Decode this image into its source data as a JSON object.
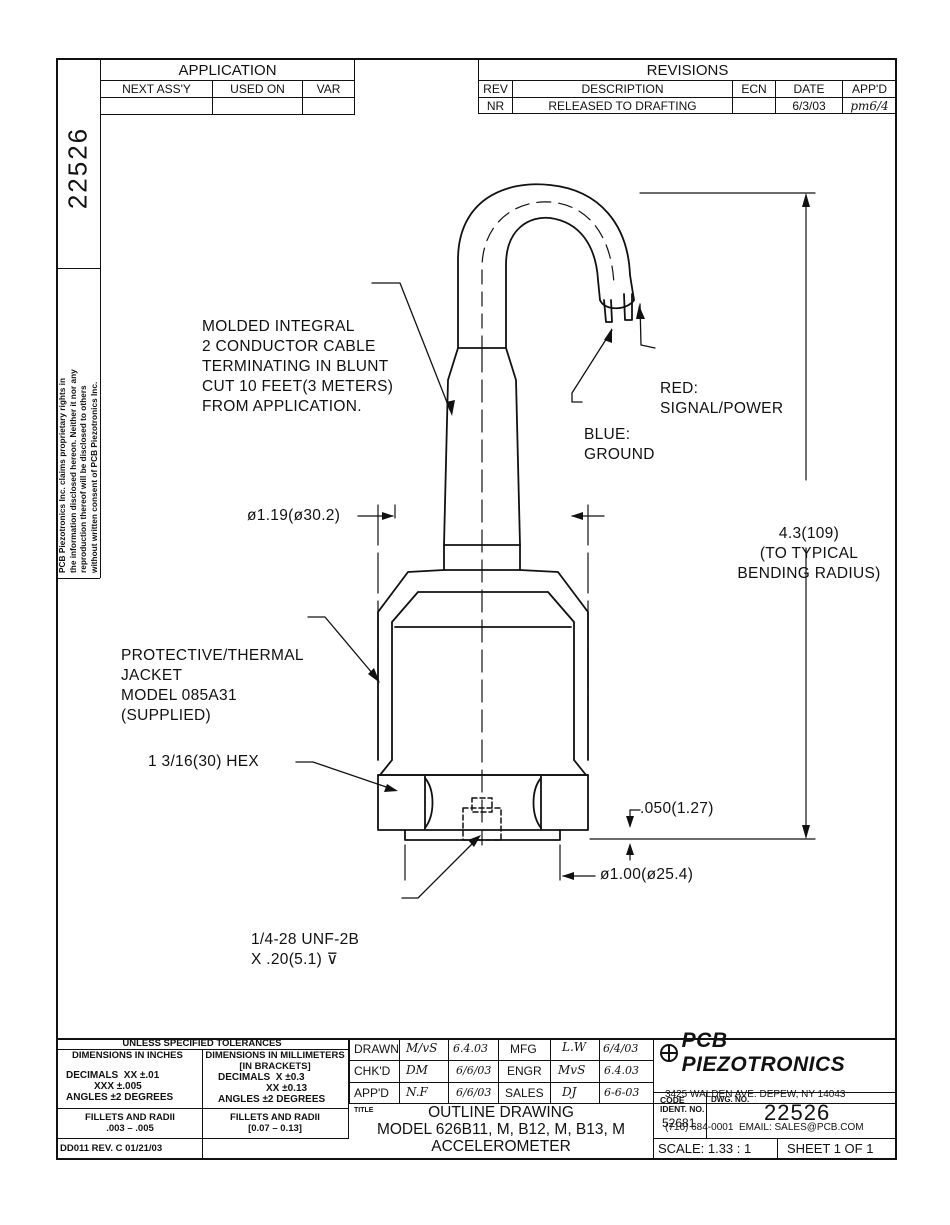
{
  "drawing_number": "22526",
  "proprietary_notice": [
    "PCB Piezotronics Inc. claims proprietary rights in",
    "the information disclosed hereon. Neither it nor any",
    "reproduction thereof will be disclosed to others",
    "without written consent of PCB Piezotronics Inc."
  ],
  "application": {
    "title": "APPLICATION",
    "columns": [
      "NEXT ASS'Y",
      "USED ON",
      "VAR"
    ]
  },
  "revisions": {
    "title": "REVISIONS",
    "columns": [
      "REV",
      "DESCRIPTION",
      "ECN",
      "DATE",
      "APP'D"
    ],
    "rows": [
      {
        "rev": "NR",
        "description": "RELEASED TO DRAFTING",
        "ecn": "",
        "date": "6/3/03",
        "appd": "pm6/4"
      }
    ]
  },
  "callouts": {
    "cable": [
      "MOLDED INTEGRAL",
      "2 CONDUCTOR CABLE",
      "TERMINATING IN BLUNT",
      "CUT 10 FEET(3 METERS)",
      "FROM APPLICATION."
    ],
    "red": [
      "RED:",
      "SIGNAL/POWER"
    ],
    "blue": [
      "BLUE:",
      "GROUND"
    ],
    "height": [
      "4.3(109)",
      "(TO TYPICAL",
      "BENDING RADIUS)"
    ],
    "jacket_dia": "ø1.19(ø30.2)",
    "jacket": [
      "PROTECTIVE/THERMAL",
      "JACKET",
      "MODEL 085A31",
      "(SUPPLIED)"
    ],
    "hex": "1 3/16(30) HEX",
    "base_gap": ".050(1.27)",
    "base_dia": "ø1.00(ø25.4)",
    "thread": [
      "1/4-28 UNF-2B",
      "X .20(5.1) ⊽"
    ]
  },
  "tolerances": {
    "title": "UNLESS SPECIFIED TOLERANCES",
    "inch_head": "DIMENSIONS IN INCHES",
    "mm_head": [
      "DIMENSIONS IN MILLIMETERS",
      "[IN BRACKETS]"
    ],
    "inch_lines": [
      "DECIMALS  XX ±.01",
      "XXX ±.005",
      "ANGLES ±2 DEGREES"
    ],
    "mm_lines": [
      "DECIMALS  X ±0.3",
      "XX ±0.13",
      "ANGLES ±2 DEGREES"
    ],
    "inch_fillets": [
      "FILLETS AND RADII",
      ".003 – .005"
    ],
    "mm_fillets": [
      "FILLETS AND RADII",
      "[0.07 – 0.13]"
    ],
    "form": "DD011 REV. C 01/21/03"
  },
  "signoffs": [
    {
      "label": "DRAWN",
      "name": "M/vS",
      "date": "6.4.03"
    },
    {
      "label": "CHK'D",
      "name": "DM",
      "date": "6/6/03"
    },
    {
      "label": "APP'D",
      "name": "N.F",
      "date": "6/6/03"
    }
  ],
  "signoffs2": [
    {
      "label": "MFG",
      "name": "L.W",
      "date": "6/4/03"
    },
    {
      "label": "ENGR",
      "name": "MvS",
      "date": "6.4.03"
    },
    {
      "label": "SALES",
      "name": "DJ",
      "date": "6-6-03"
    }
  ],
  "title_block": {
    "title_label": "TITLE",
    "title_lines": [
      "OUTLINE DRAWING",
      "MODEL 626B11, M, B12, M, B13, M",
      "ACCELEROMETER"
    ],
    "company": "PCB PIEZOTRONICS",
    "address": [
      "3425 WALDEN AVE. DEPEW, NY 14043",
      "(716) 684-0001  EMAIL: SALES@PCB.COM"
    ],
    "code_label": [
      "CODE",
      "IDENT. NO."
    ],
    "code": "52681",
    "dwg_label": "DWG. NO.",
    "dwg": "22526",
    "scale": "SCALE: 1.33 : 1",
    "sheet": "SHEET 1 OF 1"
  }
}
